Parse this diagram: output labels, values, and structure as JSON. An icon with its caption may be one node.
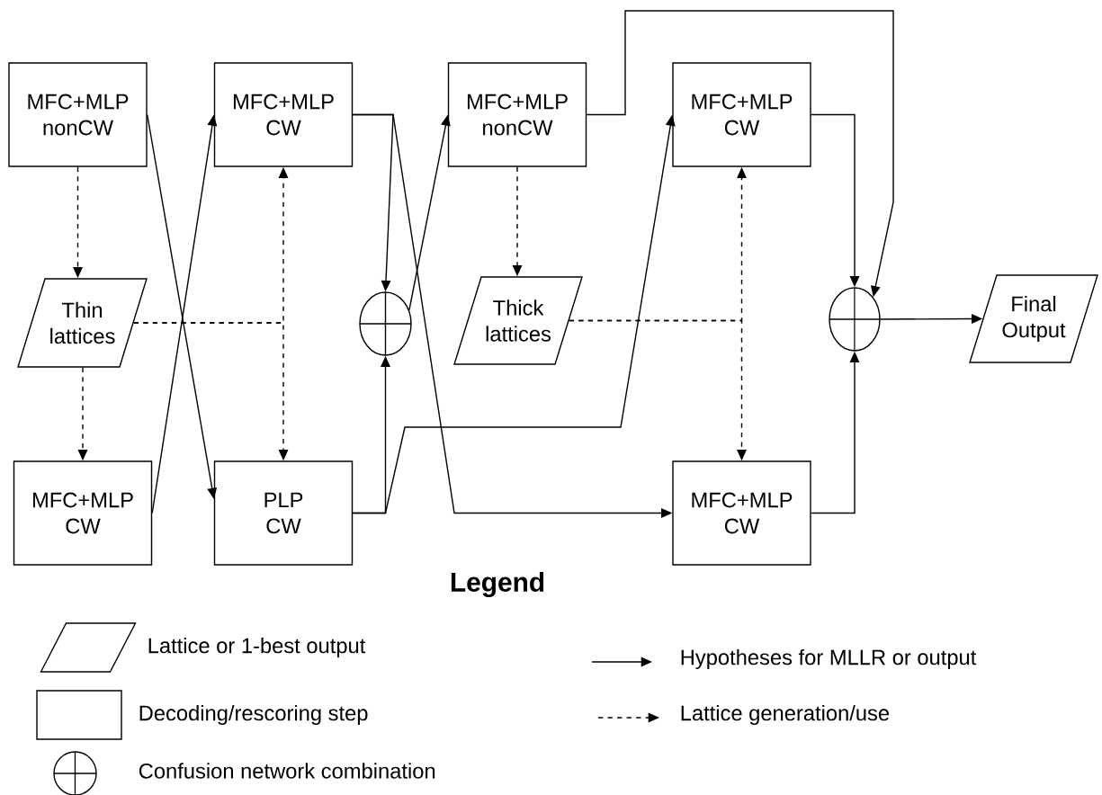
{
  "diagram": {
    "nodes": [
      {
        "text": [
          "MFC+MLP nonCW"
        ]
      },
      {
        "text": [
          "MFC+MLP CW"
        ]
      },
      {
        "text": [
          "Thin lattices"
        ]
      },
      {
        "text": [],
        "shape": "circle"
      },
      {
        "text": [
          "MFC+MLP nonCW"
        ]
      },
      {
        "text": [
          "MFC+MLP CW"
        ]
      },
      {
        "text": [
          "Thick lattices"
        ]
      },
      {
        "text": [],
        "shape": "circle"
      },
      {
        "text": [
          "Final Output"
        ]
      },
      {
        "text": [
          "MFC+MLP CW"
        ]
      },
      {
        "text": [
          "PLP CW"
        ]
      },
      {
        "text": [
          "MFC+MLP CW"
        ]
      }
    ],
    "edges": [
      {
        "from": 0,
        "to": 2,
        "arrow": "to",
        "style": "dashed"
      },
      {
        "from": 2,
        "to": 9,
        "arrow": "to",
        "style": "dashed"
      },
      {
        "from": 2,
        "to": 1,
        "arrow": "to",
        "style": "dashed"
      },
      {
        "from": 2,
        "to": 10,
        "arrow": "to",
        "style": "dashed"
      },
      {
        "from": 0,
        "to": 10,
        "arrow": "to"
      },
      {
        "from": 9,
        "to": 1,
        "arrow": "to"
      },
      {
        "from": 1,
        "to": 3,
        "arrow": "to"
      },
      {
        "from": 1,
        "to": 11,
        "arrow": "to"
      },
      {
        "from": 10,
        "to": 3,
        "arrow": "to"
      },
      {
        "from": 10,
        "to": 5,
        "arrow": "to"
      },
      {
        "from": 3,
        "to": 4,
        "arrow": "to"
      },
      {
        "from": 4,
        "to": 7,
        "arrow": "to"
      },
      {
        "from": 5,
        "to": 7,
        "arrow": "to"
      },
      {
        "from": 11,
        "to": 7,
        "arrow": "to"
      },
      {
        "from": 6,
        "to": 5,
        "arrow": "to",
        "style": "dashed"
      },
      {
        "from": 6,
        "to": 11,
        "arrow": "to",
        "style": "dashed"
      },
      {
        "from": 4,
        "to": 6,
        "arrow": "to",
        "style": "dashed"
      },
      {
        "from": 7,
        "to": 8,
        "arrow": "to"
      }
    ],
    "labels": [
      "Legend"
    ],
    "legend": [
      {
        "text": "Lattice or 1-best output"
      },
      {
        "text": "Decoding/rescoring step"
      },
      {
        "text": "Confusion network combination"
      },
      {
        "text": "Hypotheses for MLLR or output"
      },
      {
        "text": "Lattice generation/use"
      }
    ]
  }
}
